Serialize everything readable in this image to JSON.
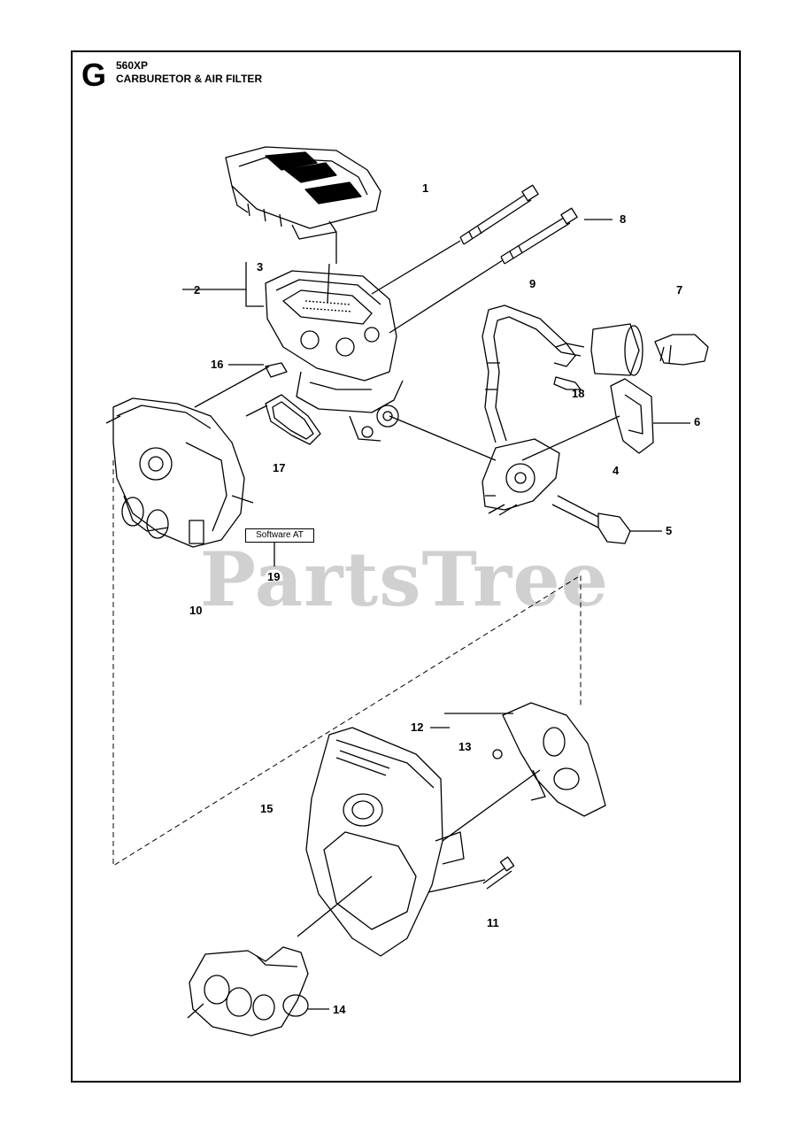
{
  "header": {
    "section_letter": "G",
    "model": "560XP",
    "title": "CARBURETOR & AIR FILTER"
  },
  "watermark": "PartsTree",
  "software_label": "Software AT",
  "callouts": [
    "1",
    "2",
    "3",
    "4",
    "5",
    "6",
    "7",
    "8",
    "9",
    "10",
    "11",
    "12",
    "13",
    "14",
    "15",
    "16",
    "17",
    "18",
    "19"
  ]
}
